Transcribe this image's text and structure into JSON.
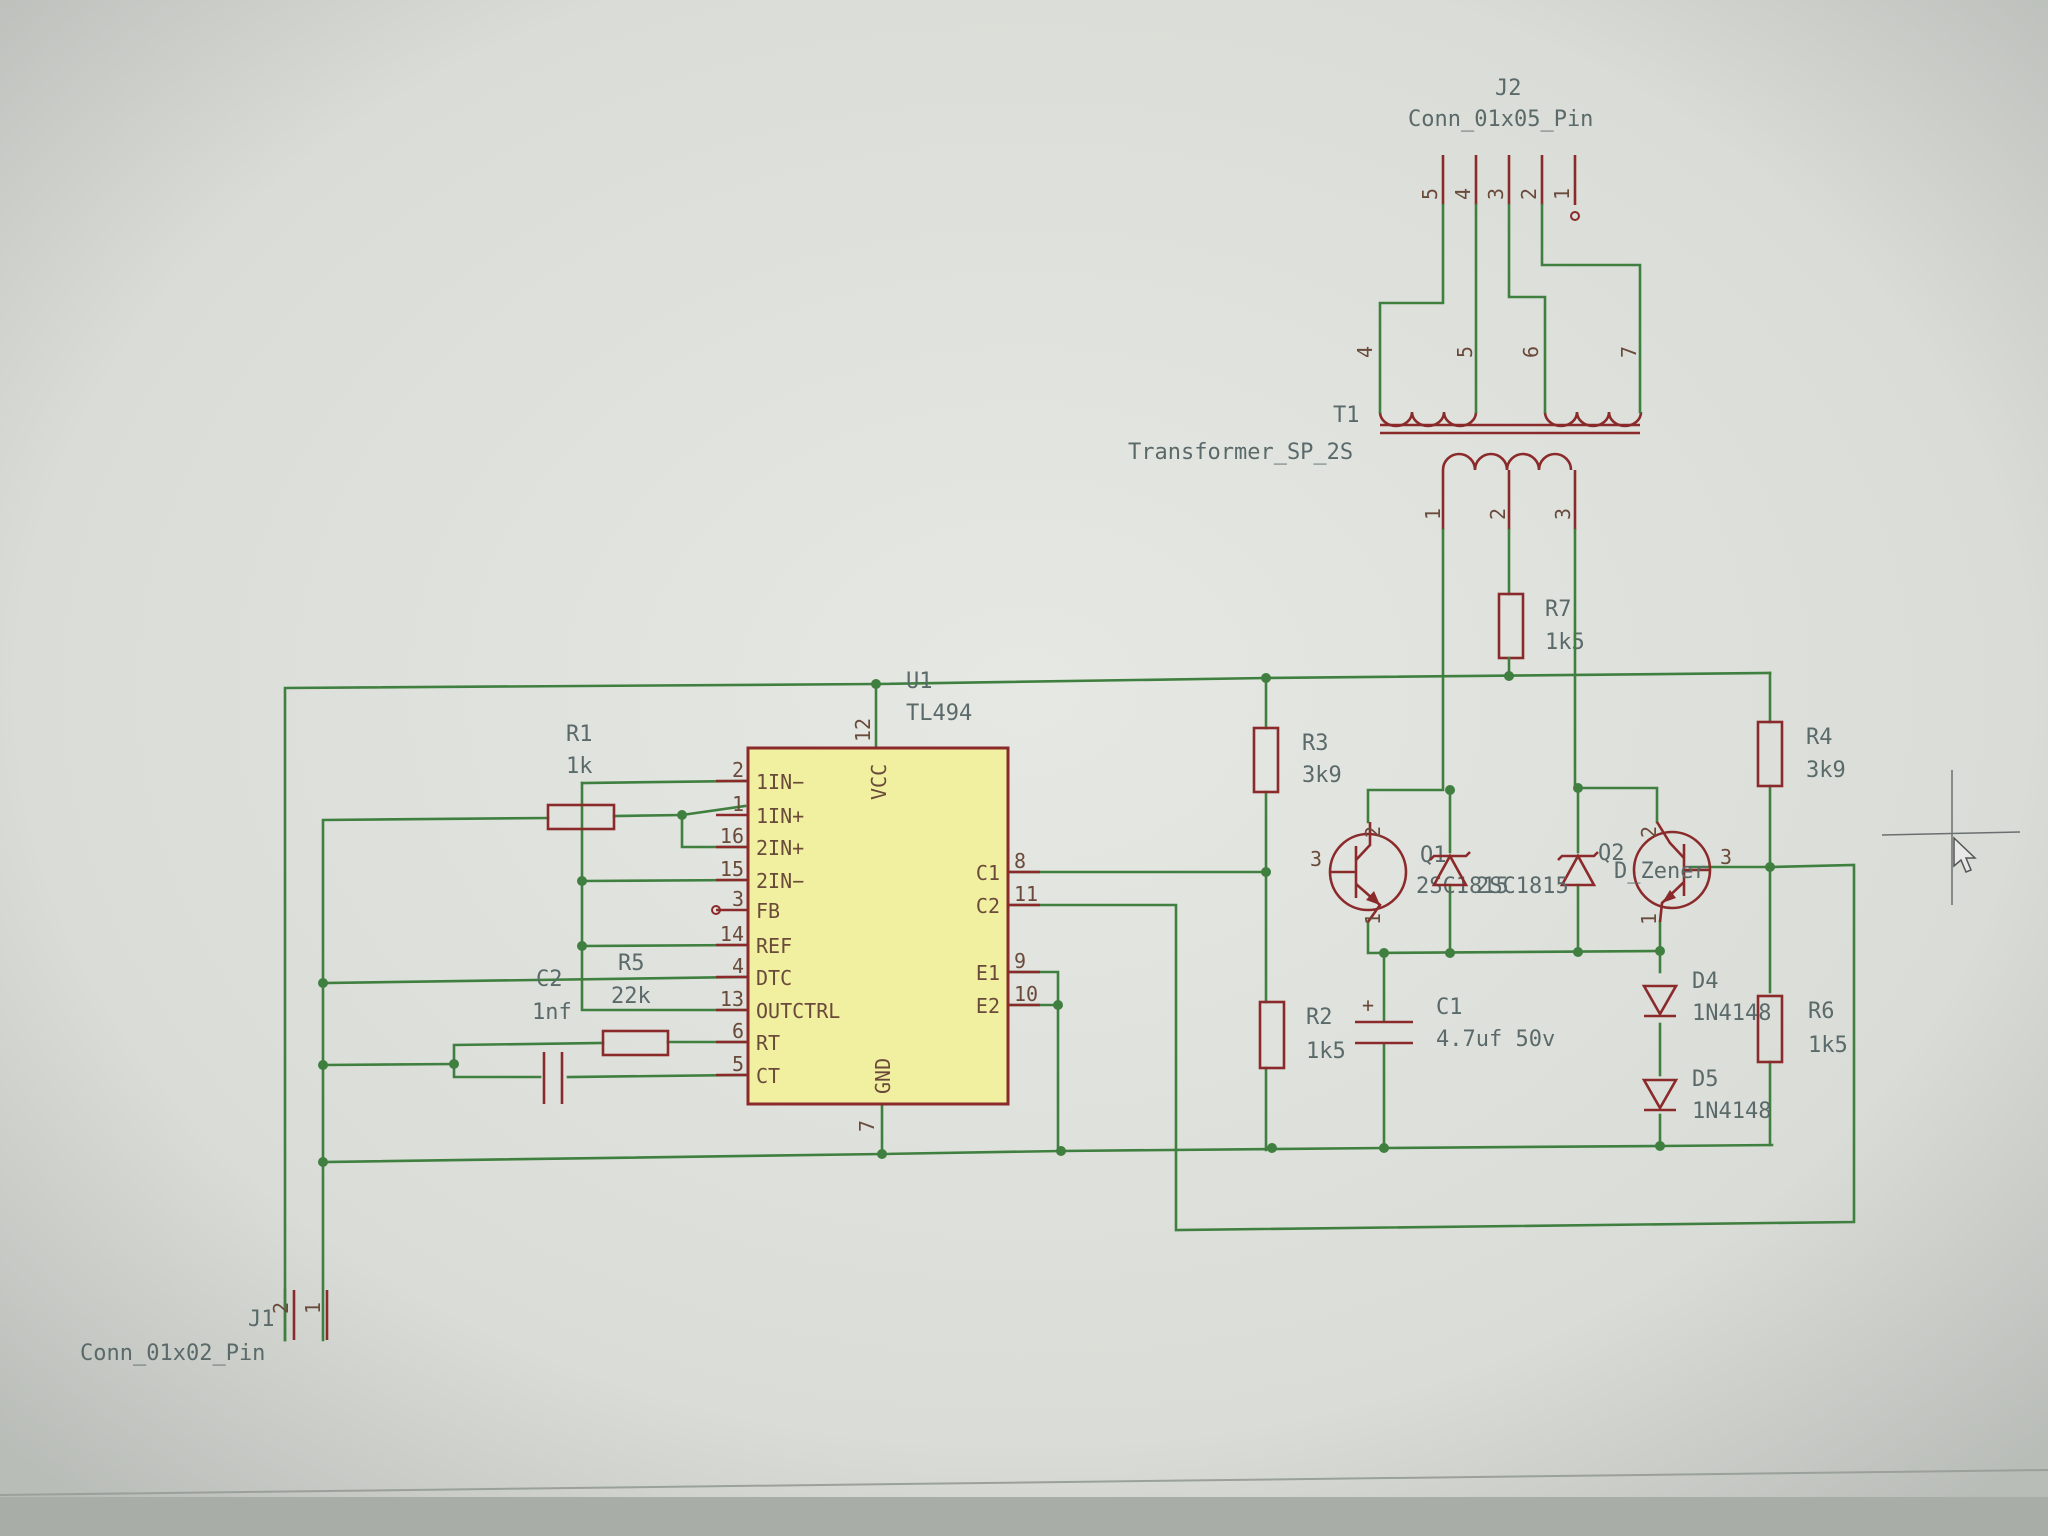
{
  "colors": {
    "background": "#d9dcd7",
    "wire": "#3f7f3f",
    "component": "#8a2a2a",
    "ic_fill": "#f0f0a0",
    "label": "#5a6a6a"
  },
  "icons": {
    "cursor": "mouse-pointer-arrow",
    "crosshair": "crosshair-cursor"
  },
  "components": {
    "j2": {
      "ref": "J2",
      "value": "Conn_01x05_Pin",
      "pins": [
        "5",
        "4",
        "3",
        "2",
        "1"
      ]
    },
    "t1": {
      "ref": "T1",
      "value": "Transformer_SP_2S",
      "primary_pins": [
        "4",
        "5",
        "6",
        "7"
      ],
      "secondary_pins": [
        "1",
        "2",
        "3"
      ]
    },
    "r7": {
      "ref": "R7",
      "value": "1k5"
    },
    "u1": {
      "ref": "U1",
      "value": "TL494",
      "vcc_label": "VCC",
      "vcc_pin": "12",
      "gnd_label": "GND",
      "gnd_pin": "7",
      "left_pins": [
        {
          "num": "2",
          "name": "1IN−"
        },
        {
          "num": "1",
          "name": "1IN+"
        },
        {
          "num": "16",
          "name": "2IN+"
        },
        {
          "num": "15",
          "name": "2IN−"
        },
        {
          "num": "3",
          "name": "FB"
        },
        {
          "num": "14",
          "name": "REF"
        },
        {
          "num": "4",
          "name": "DTC"
        },
        {
          "num": "13",
          "name": "OUTCTRL"
        },
        {
          "num": "6",
          "name": "RT"
        },
        {
          "num": "5",
          "name": "CT"
        }
      ],
      "right_pins": [
        {
          "num": "8",
          "name": "C1"
        },
        {
          "num": "11",
          "name": "C2"
        },
        {
          "num": "9",
          "name": "E1"
        },
        {
          "num": "10",
          "name": "E2"
        }
      ]
    },
    "r1": {
      "ref": "R1",
      "value": "1k"
    },
    "r5": {
      "ref": "R5",
      "value": "22k"
    },
    "c2": {
      "ref": "C2",
      "value": "1nf"
    },
    "r3": {
      "ref": "R3",
      "value": "3k9"
    },
    "r2": {
      "ref": "R2",
      "value": "1k5"
    },
    "c1": {
      "ref": "C1",
      "value": "4.7uf 50v",
      "plus": "+"
    },
    "q1": {
      "ref": "Q1",
      "value": "2SC1815",
      "pins": [
        "3",
        "2",
        "1"
      ]
    },
    "q2": {
      "ref": "Q2",
      "value": "D_Zener",
      "pins": [
        "3",
        "2",
        "1"
      ]
    },
    "dz_overlap_text": "2SC1815",
    "r4": {
      "ref": "R4",
      "value": "3k9"
    },
    "r6": {
      "ref": "R6",
      "value": "1k5"
    },
    "d4": {
      "ref": "D4",
      "value": "1N4148"
    },
    "d5": {
      "ref": "D5",
      "value": "1N4148"
    },
    "j1": {
      "ref": "J1",
      "value": "Conn_01x02_Pin",
      "pins": [
        "2",
        "1"
      ]
    }
  }
}
